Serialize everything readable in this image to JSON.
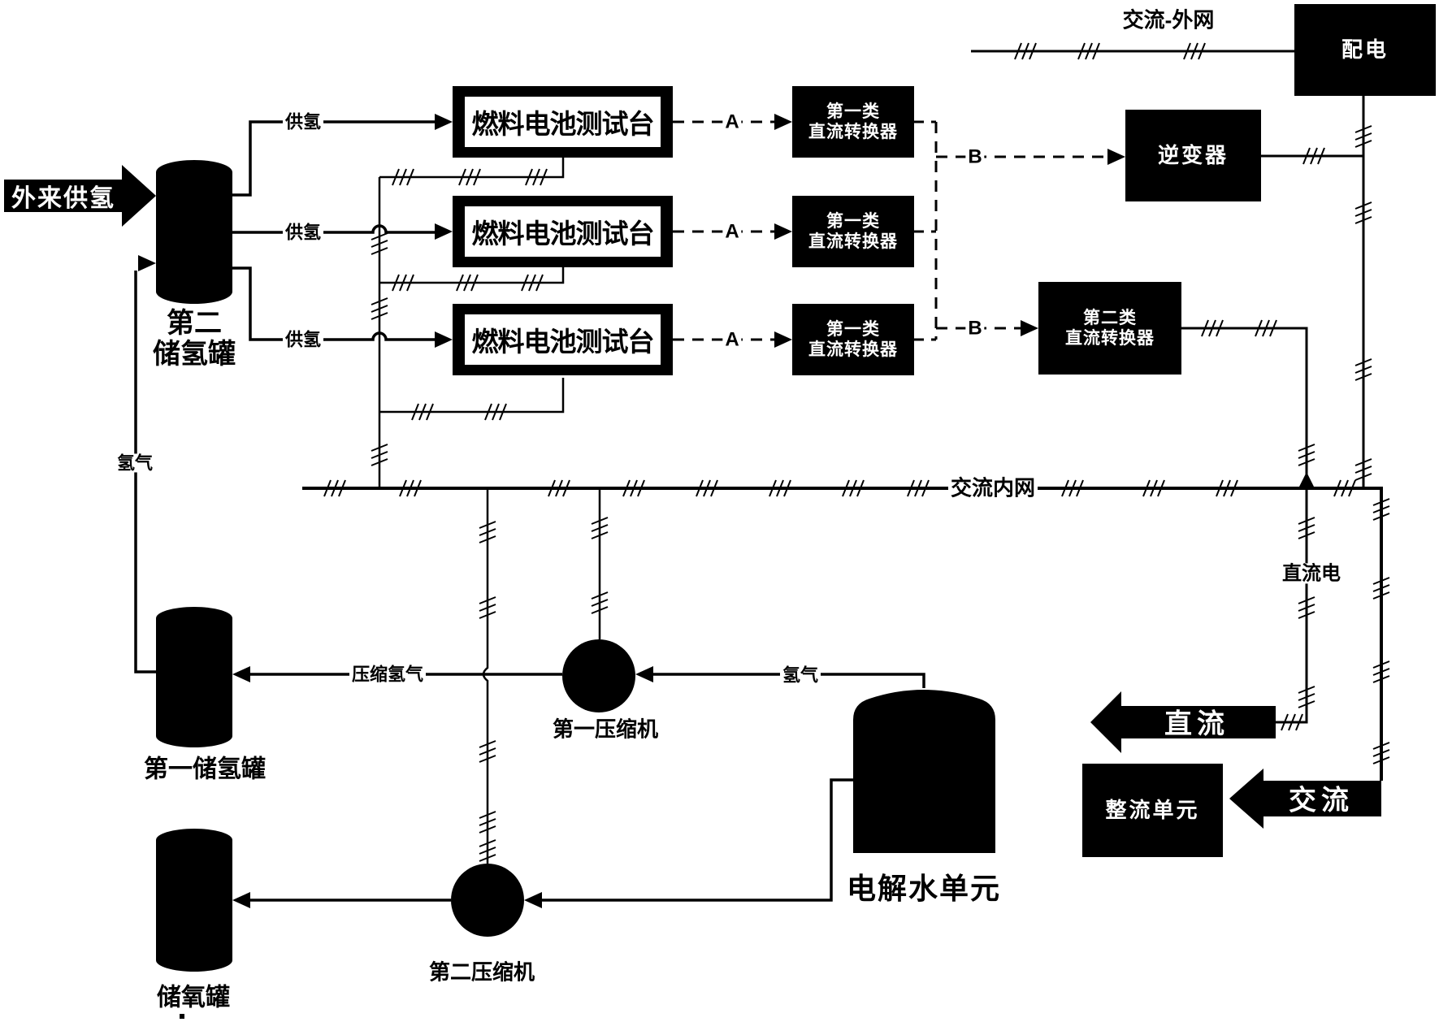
{
  "blocks": {
    "bench": "燃料电池测试台",
    "conv1_line1": "第一类",
    "conv1_line2": "直流转换器",
    "conv2_line1": "第二类",
    "conv2_line2": "直流转换器",
    "inverter": "逆变器",
    "distribution": "配电",
    "rectifier": "整流单元"
  },
  "equipment": {
    "tank2_line1": "第二",
    "tank2_line2": "储氢罐",
    "tank1": "第一储氢罐",
    "oxygen_tank": "储氧罐",
    "compressor1": "第一压缩机",
    "compressor2": "第二压缩机",
    "electrolysis": "电解水单元"
  },
  "flow_labels": {
    "external_h2": "外来供氢",
    "supply_h2": "供氢",
    "h2": "氢气",
    "compressed_h2": "压缩氢气",
    "ac_external": "交流-外网",
    "ac_internal": "交流内网",
    "dc_power": "直流电",
    "dc": "直流",
    "ac": "交流",
    "node_a": "A",
    "node_b": "B"
  }
}
